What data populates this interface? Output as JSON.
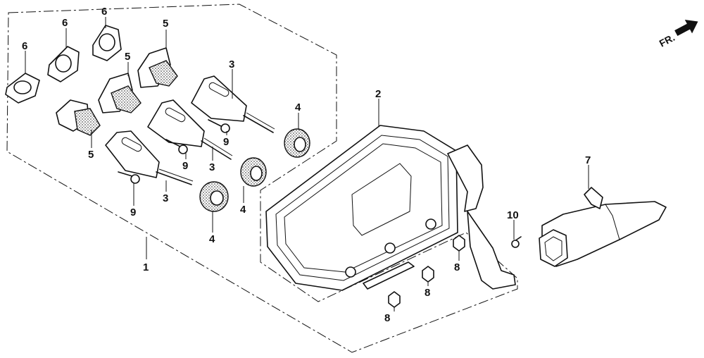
{
  "labels": {
    "p1": "1",
    "p2": "2",
    "p3a": "3",
    "p3b": "3",
    "p3c": "3",
    "p4a": "4",
    "p4b": "4",
    "p4c": "4",
    "p5a": "5",
    "p5b": "5",
    "p5c": "5",
    "p6a": "6",
    "p6b": "6",
    "p6c": "6",
    "p7": "7",
    "p8a": "8",
    "p8b": "8",
    "p8c": "8",
    "p9a": "9",
    "p9b": "9",
    "p9c": "9",
    "p10": "10"
  },
  "direction_indicator": {
    "text": "FR.",
    "icon": "front-direction-arrow-icon"
  },
  "colors": {
    "ink": "#111111",
    "background": "#ffffff"
  }
}
